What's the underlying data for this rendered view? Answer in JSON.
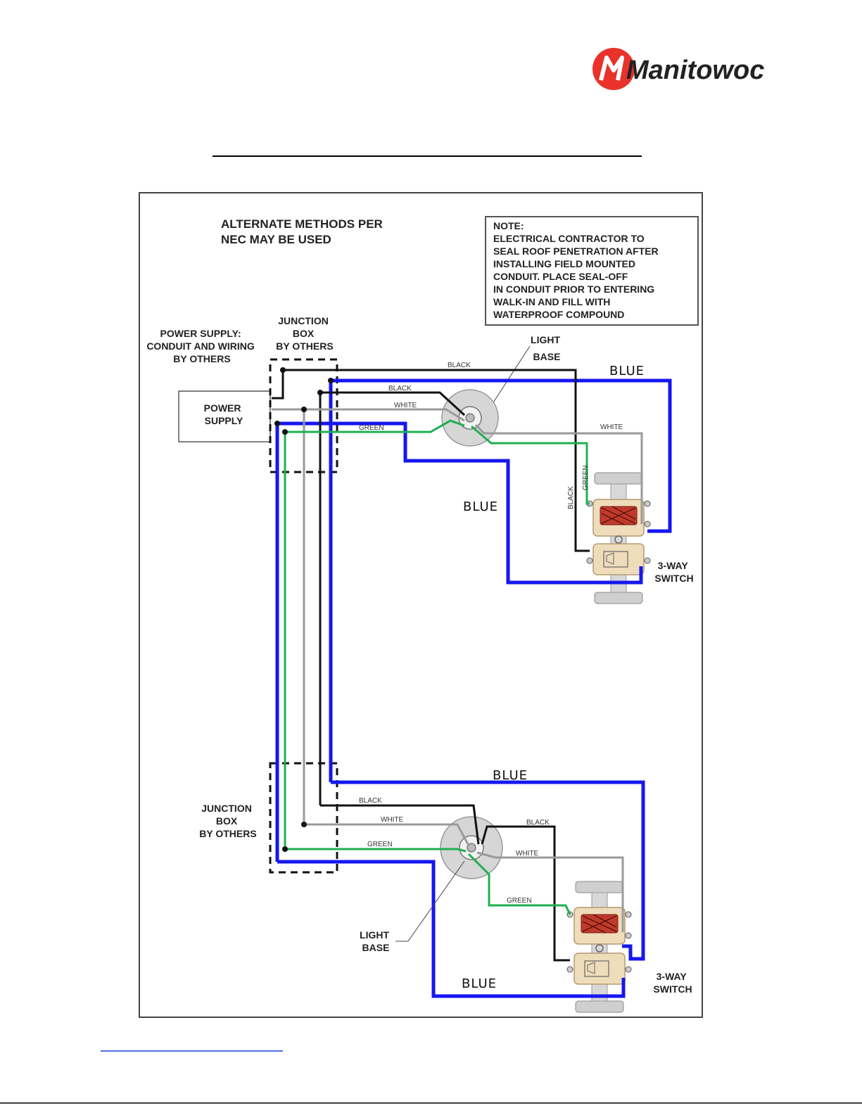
{
  "logo": {
    "text": "Manitowoc",
    "color": "#e8322a"
  },
  "colors": {
    "blue": "#1616f0",
    "black": "#111111",
    "white_wire": "#9a9a9a",
    "green": "#1faf50",
    "switch": "#efdcba",
    "switch_red": "#c0392b"
  },
  "diagram": {
    "methods_note": [
      "ALTERNATE METHODS PER",
      "NEC MAY BE USED"
    ],
    "note_box": [
      "NOTE:",
      "ELECTRICAL CONTRACTOR TO",
      "SEAL ROOF PENETRATION AFTER",
      "INSTALLING FIELD MOUNTED",
      "CONDUIT.  PLACE SEAL-OFF",
      "IN CONDUIT PRIOR TO ENTERING",
      "WALK-IN AND FILL WITH",
      "WATERPROOF COMPOUND"
    ],
    "power_supply_note": [
      "POWER SUPPLY:",
      "CONDUIT AND WIRING",
      "BY OTHERS"
    ],
    "power_supply_box": [
      "POWER",
      "SUPPLY"
    ],
    "junction_box_top": [
      "JUNCTION",
      "BOX",
      "BY OTHERS"
    ],
    "junction_box_bottom": [
      "JUNCTION",
      "BOX",
      "BY OTHERS"
    ],
    "light_base_top": [
      "LIGHT",
      "BASE"
    ],
    "light_base_bottom": [
      "LIGHT",
      "BASE"
    ],
    "switch_top": [
      "3-WAY",
      "SWITCH"
    ],
    "switch_bottom": [
      "3-WAY",
      "SWITCH"
    ],
    "wire_labels": {
      "black": "BLACK",
      "white": "WHITE",
      "green": "GREEN",
      "blue": "BLUE"
    }
  }
}
